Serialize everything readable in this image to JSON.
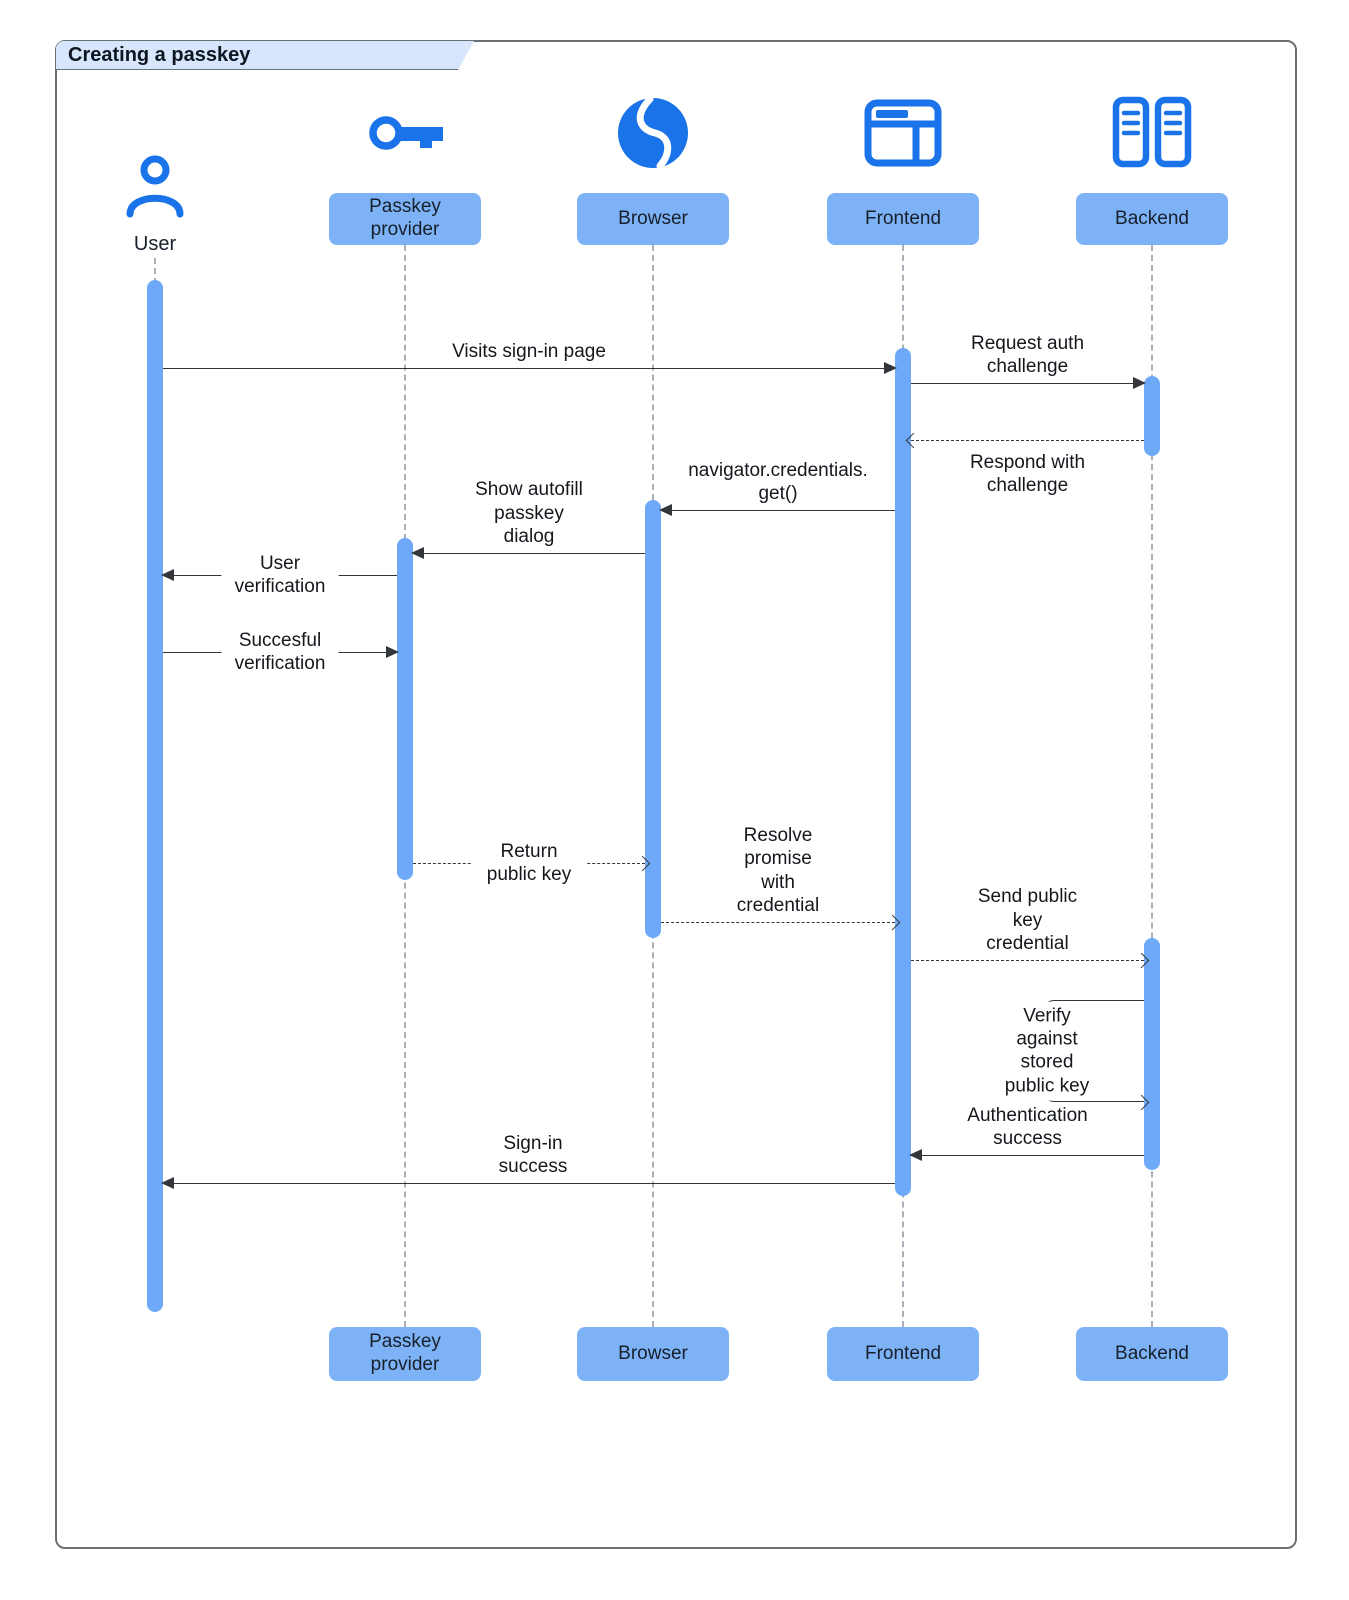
{
  "frame": {
    "title": "Creating a passkey"
  },
  "colors": {
    "accent": "#1a73e8",
    "bar": "#6da9f8",
    "box": "#7db2f6",
    "tab": "#d7e6fc",
    "line": "#33363a",
    "lifeline": "#a9b0b8",
    "text": "#1b1f24"
  },
  "actors": [
    {
      "id": "user",
      "label": "User",
      "icon": "person-icon"
    },
    {
      "id": "passkey-provider",
      "label": "Passkey\nprovider",
      "icon": "key-icon"
    },
    {
      "id": "browser",
      "label": "Browser",
      "icon": "globe-icon"
    },
    {
      "id": "frontend",
      "label": "Frontend",
      "icon": "window-icon"
    },
    {
      "id": "backend",
      "label": "Backend",
      "icon": "servers-icon"
    }
  ],
  "footers": [
    {
      "label": "Passkey\nprovider"
    },
    {
      "label": "Browser"
    },
    {
      "label": "Frontend"
    },
    {
      "label": "Backend"
    }
  ],
  "messages": [
    {
      "label": "Visits sign-in page",
      "from": "user",
      "to": "frontend",
      "style": "solid"
    },
    {
      "label": "Request auth challenge",
      "from": "frontend",
      "to": "backend",
      "style": "solid"
    },
    {
      "label": "Respond with challenge",
      "from": "backend",
      "to": "frontend",
      "style": "dashed"
    },
    {
      "label": "navigator.credentials.\nget()",
      "from": "frontend",
      "to": "browser",
      "style": "solid"
    },
    {
      "label": "Show autofill\npasskey dialog",
      "from": "browser",
      "to": "passkey-provider",
      "style": "solid"
    },
    {
      "label": "User verification",
      "from": "passkey-provider",
      "to": "user",
      "style": "solid"
    },
    {
      "label": "Succesful verification",
      "from": "user",
      "to": "passkey-provider",
      "style": "solid"
    },
    {
      "label": "Return public key",
      "from": "passkey-provider",
      "to": "browser",
      "style": "dashed"
    },
    {
      "label": "Resolve promise\nwith credential",
      "from": "browser",
      "to": "frontend",
      "style": "dashed"
    },
    {
      "label": "Send public key\ncredential",
      "from": "frontend",
      "to": "backend",
      "style": "dashed"
    },
    {
      "label": "Verify against\nstored public key",
      "from": "backend",
      "to": "backend",
      "style": "self"
    },
    {
      "label": "Authentication\nsuccess",
      "from": "backend",
      "to": "frontend",
      "style": "solid"
    },
    {
      "label": "Sign-in\nsuccess",
      "from": "frontend",
      "to": "user",
      "style": "solid"
    }
  ]
}
